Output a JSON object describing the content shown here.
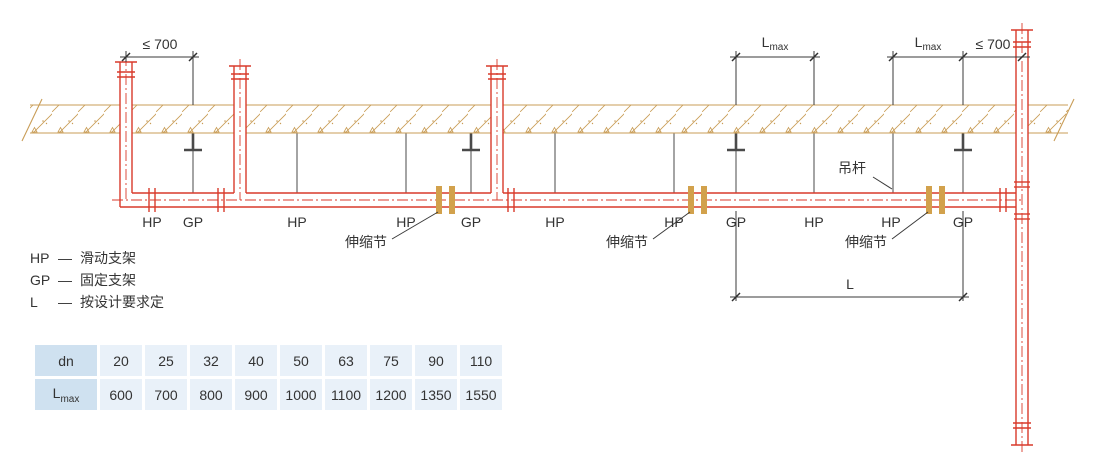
{
  "drawing": {
    "support_labels": [
      "HP",
      "GP",
      "HP",
      "HP",
      "GP",
      "HP",
      "HP",
      "GP",
      "HP",
      "HP",
      "GP"
    ],
    "callouts": {
      "expansion_joint": "伸缩节",
      "hanger_rod": "吊杆"
    },
    "dims": {
      "left_700": "≤ 700",
      "lmax": "L",
      "lmax_sub": "max",
      "right_700": "≤ 700",
      "l": "L"
    }
  },
  "legend": {
    "items": [
      {
        "term": "HP",
        "sep": "—",
        "desc": "滑动支架"
      },
      {
        "term": "GP",
        "sep": "—",
        "desc": "固定支架"
      },
      {
        "term": "L",
        "sep": "—",
        "desc": "按设计要求定"
      }
    ]
  },
  "table": {
    "dn_label": "dn",
    "lmax_label": "L",
    "lmax_label_sub": "max",
    "dn_values": [
      "20",
      "25",
      "32",
      "40",
      "50",
      "63",
      "75",
      "90",
      "110"
    ],
    "lmax_values": [
      "600",
      "700",
      "800",
      "900",
      "1000",
      "1100",
      "1200",
      "1350",
      "1550"
    ]
  },
  "colors": {
    "pipe_red": "#d93a2b",
    "slab_tan": "#c99d57",
    "expansion_joint_tan": "#d2a14c",
    "table_label_bg": "#cfe1f0",
    "table_data_bg": "#e9f1f9"
  }
}
